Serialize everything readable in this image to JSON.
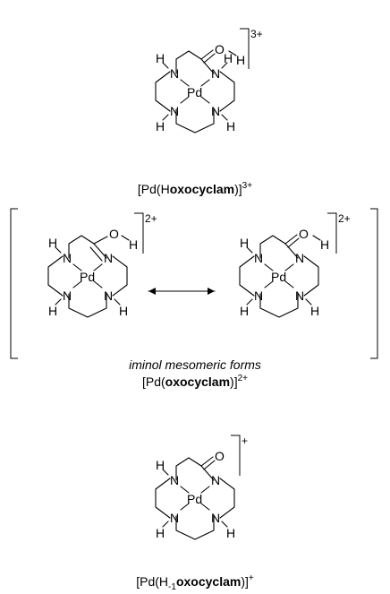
{
  "structures": [
    {
      "charge": "3+",
      "caption": {
        "pre": "[Pd(H",
        "bold": "oxocyclam",
        "post": ")]",
        "sup": "3+"
      }
    },
    {
      "charge_left": "2+",
      "charge_right": "2+",
      "note": "iminol mesomeric forms",
      "caption": {
        "pre": "[Pd(",
        "bold": "oxocyclam",
        "post": ")]",
        "sup": "2+"
      }
    },
    {
      "charge": "+",
      "caption": {
        "pre": "[Pd(H",
        "sub": "-1",
        "bold": "oxocyclam",
        "post": ")]",
        "sup": "+"
      }
    }
  ],
  "atoms": {
    "N": "N",
    "H": "H",
    "O": "O",
    "Pd": "Pd"
  }
}
